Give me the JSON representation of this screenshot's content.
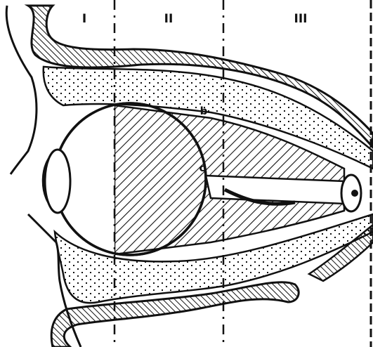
{
  "zones": [
    {
      "id": "zone-1",
      "label": "I"
    },
    {
      "id": "zone-2",
      "label": "II"
    },
    {
      "id": "zone-3",
      "label": "III"
    }
  ],
  "parts": [
    {
      "id": "part-b",
      "label": "b"
    },
    {
      "id": "part-c",
      "label": "c"
    }
  ],
  "colors": {
    "ink": "#111111",
    "paper": "#ffffff"
  }
}
